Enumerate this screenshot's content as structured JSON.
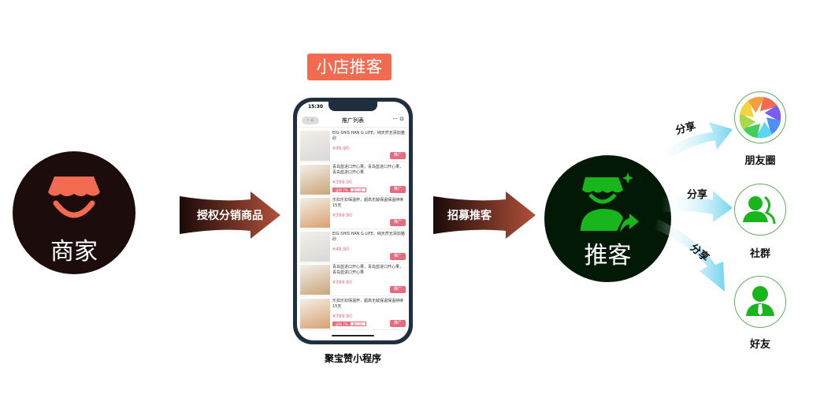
{
  "merchant": {
    "label": "商家",
    "color": "#f26a4f"
  },
  "arrow1": {
    "label": "授权分销商品"
  },
  "shop_badge": {
    "label": "小店推客",
    "color": "#f26a4f"
  },
  "phone": {
    "time": "15:30",
    "nav_title": "推广列表",
    "items": [
      {
        "title": "EIG-SHIS HAN G LIFE。纯天然无添加猫砂",
        "price": "¥49.90",
        "button": "推广"
      },
      {
        "title": "青岛蓝进口开心果，青岛蓝进口开心果，青岛蓝进口开心果",
        "price": "¥399.90",
        "button": "推广",
        "coupon": [
          "返利 7%",
          "赚1.00"
        ]
      },
      {
        "title": "乐扣乐扣保温杯，超高无敌保温保温持续15天",
        "price": "¥399.90",
        "button": "推广"
      },
      {
        "title": "EIG-SHIS HAN G LIFE。纯天然无添加猫砂",
        "price": "¥49.90",
        "button": "推广"
      },
      {
        "title": "青岛蓝进口开心果，青岛蓝进口开心果，青岛蓝进口开心果",
        "price": "¥399.90",
        "button": "推广"
      },
      {
        "title": "乐扣乐扣保温杯，超高无敌保温保温持续15天",
        "price": "¥399.90",
        "button": "推广",
        "coupon": [
          "返利 7%",
          "赚1.00"
        ]
      }
    ],
    "caption": "聚宝赞小程序"
  },
  "arrow2": {
    "label": "招募推客"
  },
  "promoter": {
    "label": "推客",
    "color": "#19b51c"
  },
  "channels": [
    {
      "share": "分享",
      "label": "朋友圈",
      "icon": "moments-aperture-icon"
    },
    {
      "share": "分享",
      "label": "社群",
      "icon": "group-icon"
    },
    {
      "share": "分享",
      "label": "好友",
      "icon": "friend-icon"
    }
  ]
}
